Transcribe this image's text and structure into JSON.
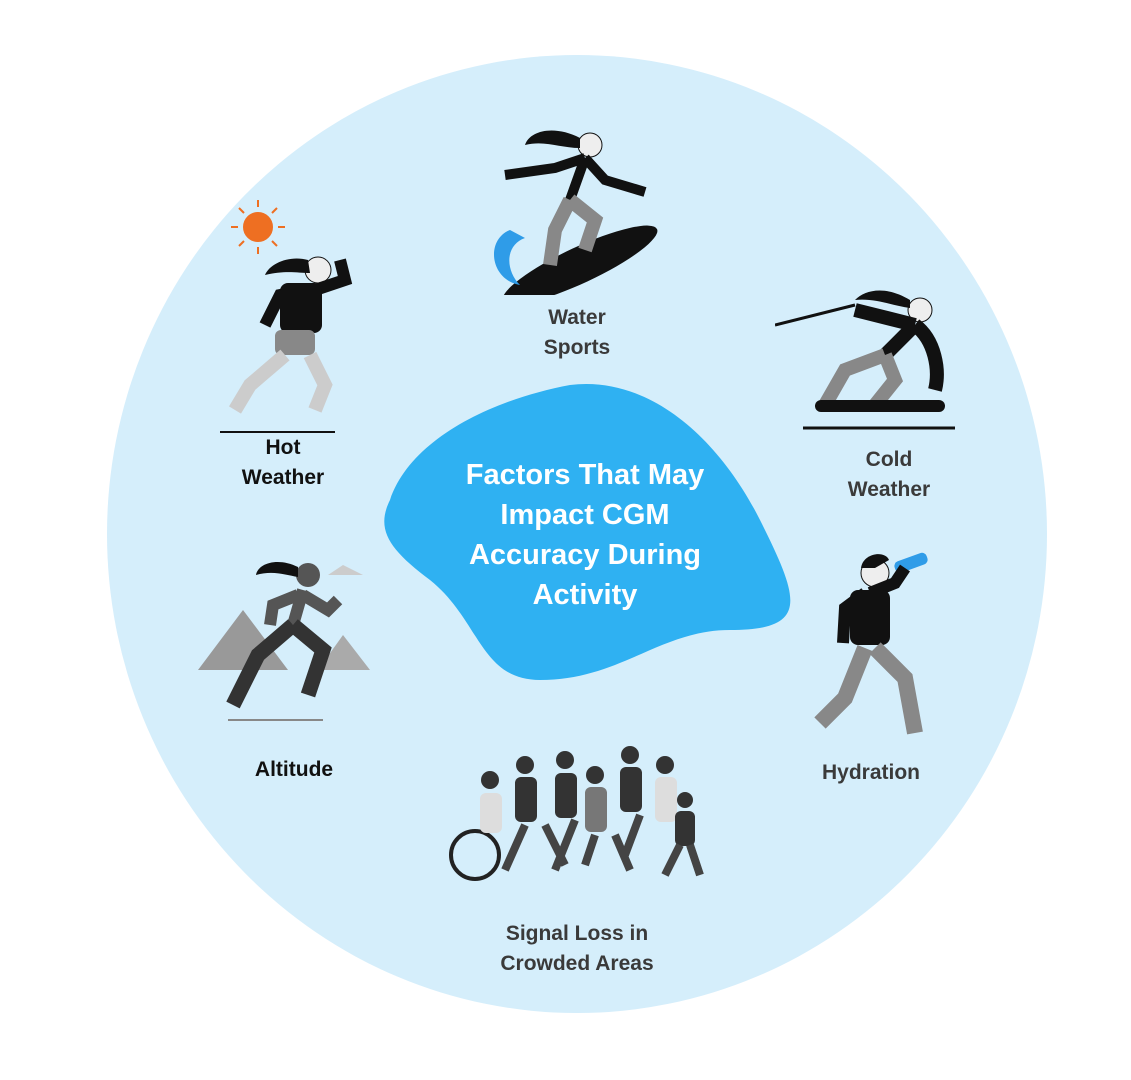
{
  "title": "Factors That May Impact CGM Accuracy During Activity",
  "factors": [
    {
      "label": "Water\nSports",
      "icon": "surfer-icon"
    },
    {
      "label": "Cold\nWeather",
      "icon": "skier-icon"
    },
    {
      "label": "Hydration",
      "icon": "runner-drinking-icon"
    },
    {
      "label": "Signal Loss in\nCrowded Areas",
      "icon": "crowd-runners-icon"
    },
    {
      "label": "Altitude",
      "icon": "mountain-runner-icon"
    },
    {
      "label": "Hot\nWeather",
      "icon": "hot-runner-icon"
    }
  ],
  "colors": {
    "background_circle": "#d5eefb",
    "blob": "#2fb1f2",
    "sun": "#ee6f22",
    "wave": "#2f9ce8"
  }
}
